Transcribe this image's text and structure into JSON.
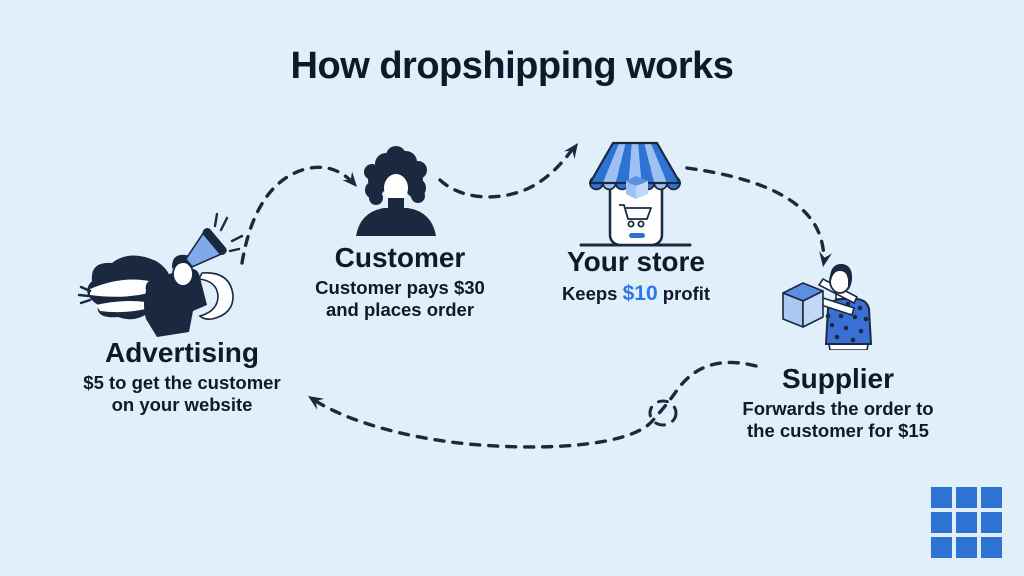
{
  "title": "How dropshipping works",
  "colors": {
    "bg": "#e0effa",
    "navy": "#1b2940",
    "text": "#10192a",
    "blue": "#2e72d4",
    "blue-light": "#9dc1f3",
    "highlight": "#2d78e8"
  },
  "nodes": {
    "advertising": {
      "label": "Advertising",
      "caption_line1": "$5 to get the customer",
      "caption_line2": "on your website",
      "icon": "megaphone-person-icon"
    },
    "customer": {
      "label": "Customer",
      "caption_line1": "Customer pays $30",
      "caption_line2": "and places order",
      "icon": "customer-bust-icon"
    },
    "store": {
      "label": "Your store",
      "caption_prefix": "Keeps",
      "caption_highlight": "$10",
      "caption_suffix": "profit",
      "icon": "storefront-icon"
    },
    "supplier": {
      "label": "Supplier",
      "caption_line1": "Forwards the order to",
      "caption_line2": "the customer for $15",
      "icon": "supplier-with-box-icon"
    }
  },
  "flow": [
    {
      "from": "advertising",
      "to": "customer",
      "style": "dashed-arrow"
    },
    {
      "from": "customer",
      "to": "store",
      "style": "dashed-arrow"
    },
    {
      "from": "store",
      "to": "supplier",
      "style": "dashed-arrow"
    },
    {
      "from": "supplier",
      "to": "advertising",
      "style": "dashed-arrow-with-loop"
    }
  ],
  "logo": {
    "name": "nine-square-grid-logo",
    "rows": 3,
    "cols": 3
  }
}
